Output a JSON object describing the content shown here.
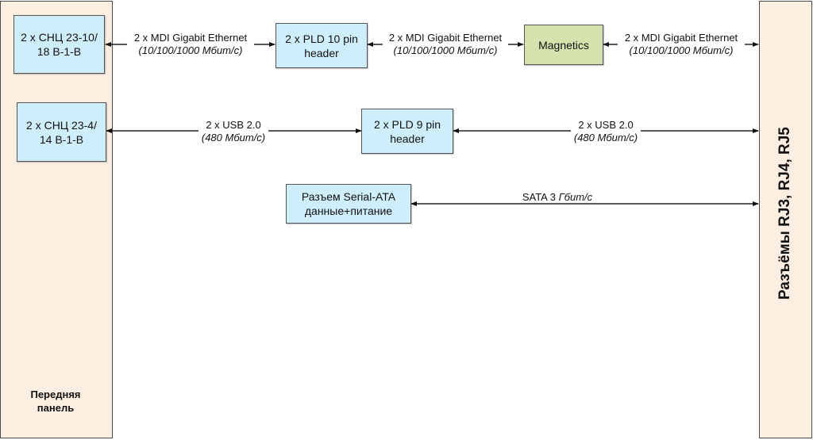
{
  "front_panel": {
    "label_line1": "Передняя",
    "label_line2": "панель"
  },
  "rj_connectors": {
    "label": "Разъёмы RJ3, RJ4, RJ5"
  },
  "blocks": {
    "snc_10": {
      "line1": "2 x СНЦ 23-10/",
      "line2": "18 В-1-В"
    },
    "pld_10": {
      "line1": "2 x PLD 10 pin",
      "line2": "header"
    },
    "magnetics": {
      "line1": "Magnetics"
    },
    "snc_4": {
      "line1": "2 x СНЦ 23-4/",
      "line2": "14 В-1-В"
    },
    "pld_9": {
      "line1": "2 x PLD 9 pin",
      "line2": "header"
    },
    "sata": {
      "line1": "Разъем Serial-ATA",
      "line2": "данные+питание"
    }
  },
  "links": {
    "eth1": {
      "line1": "2 x MDI Gigabit Ethernet",
      "line2": "(10/100/1000 Мбит/с)"
    },
    "eth2": {
      "line1": "2 x MDI Gigabit Ethernet",
      "line2": "(10/100/1000 Мбит/с)"
    },
    "eth3": {
      "line1": "2 x MDI Gigabit Ethernet",
      "line2": "(10/100/1000 Мбит/с)"
    },
    "usb1": {
      "line1": "2 x USB 2.0",
      "line2": "(480 Мбит/с)"
    },
    "usb2": {
      "line1": "2 x USB 2.0",
      "line2": "(480 Мбит/с)"
    },
    "sata": {
      "prefix": "SATA 3 ",
      "unit": "Гбит/с"
    }
  },
  "colors": {
    "panel": "#fdeee2",
    "block_blue": "#cfeefc",
    "block_green": "#d4e3ad"
  }
}
